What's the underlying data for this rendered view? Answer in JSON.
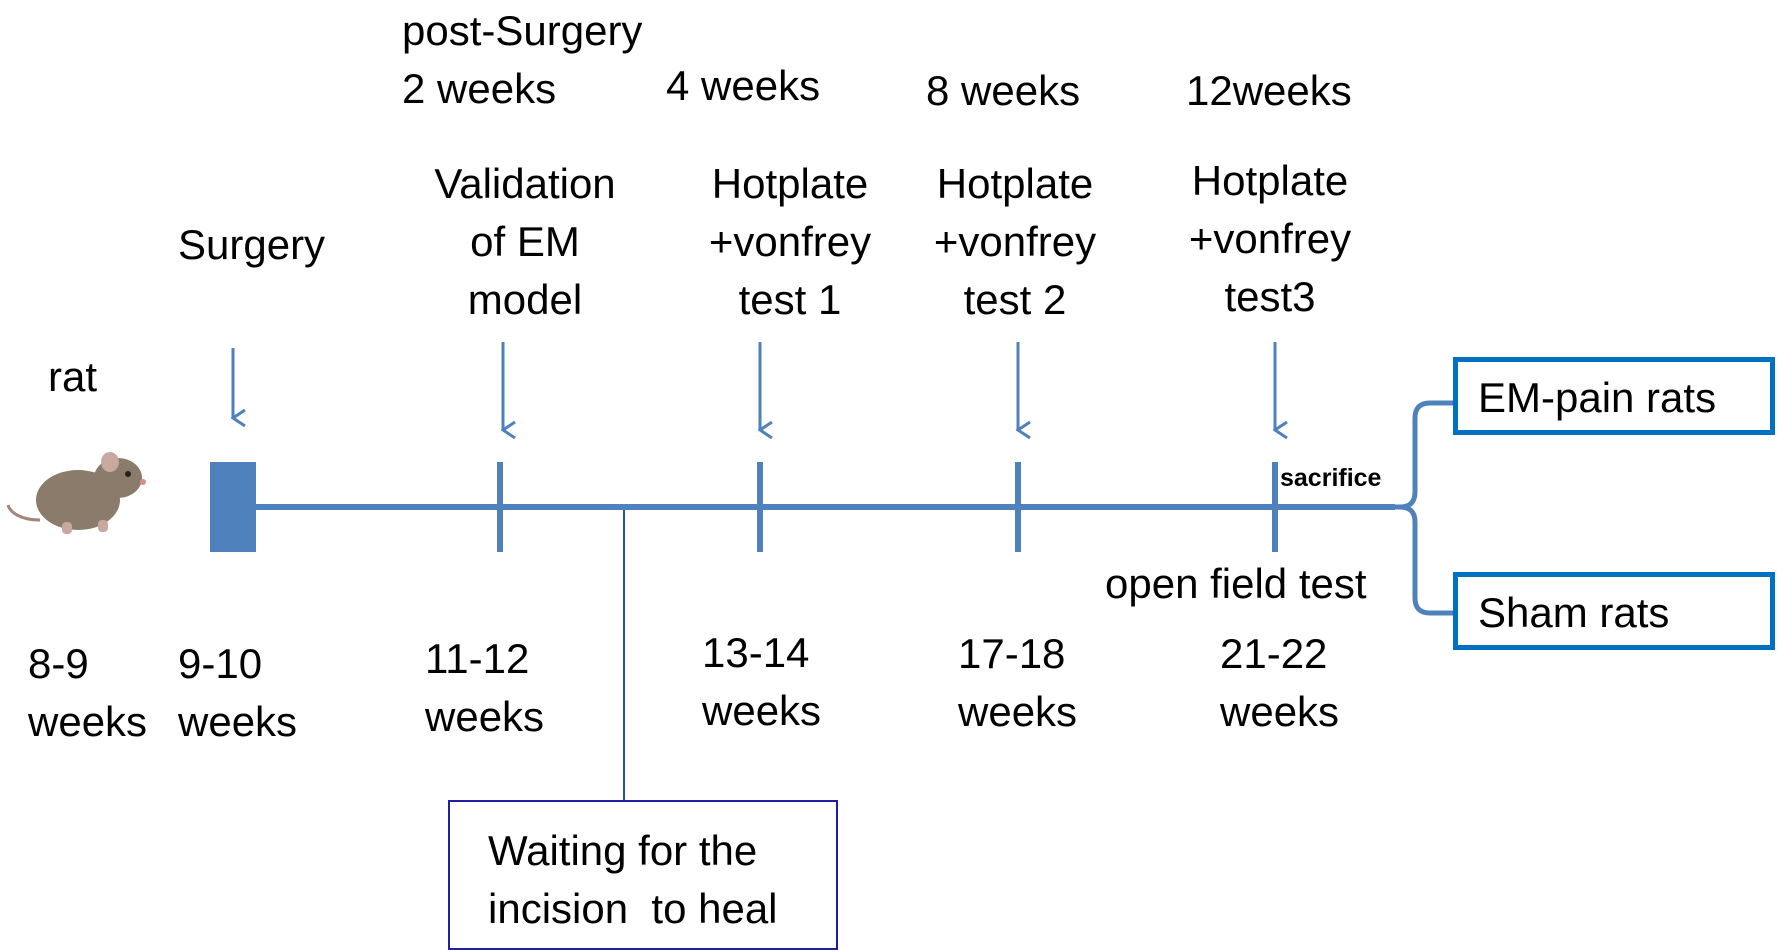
{
  "subject": {
    "label": "rat",
    "icon": "rat-icon"
  },
  "post_surgery_label": "post-Surgery",
  "durations": [
    "2 weeks",
    "4 weeks",
    "8 weeks",
    "12weeks"
  ],
  "events": {
    "surgery": "Surgery",
    "validation": [
      "Validation",
      "of EM",
      "model"
    ],
    "test1": [
      "Hotplate",
      "+vonfrey",
      "test 1"
    ],
    "test2": [
      "Hotplate",
      "+vonfrey",
      "test 2"
    ],
    "test3": [
      "Hotplate",
      "+vonfrey",
      "test3"
    ]
  },
  "sacrifice_label": "sacrifice",
  "open_field_label": "open field test",
  "ages": [
    [
      "8-9",
      "weeks"
    ],
    [
      "9-10",
      "weeks"
    ],
    [
      "11-12",
      "weeks"
    ],
    [
      "13-14",
      "weeks"
    ],
    [
      "17-18",
      "weeks"
    ],
    [
      "21-22",
      "weeks"
    ]
  ],
  "groups": [
    "EM-pain rats",
    "Sham rats"
  ],
  "waiting_note": [
    "Waiting for the",
    "incision  to heal"
  ],
  "colors": {
    "timeline": "#4f81bd",
    "group_border": "#0070c0",
    "note_border": "#1f1f9f",
    "rat_body": "#8b7b6b"
  }
}
